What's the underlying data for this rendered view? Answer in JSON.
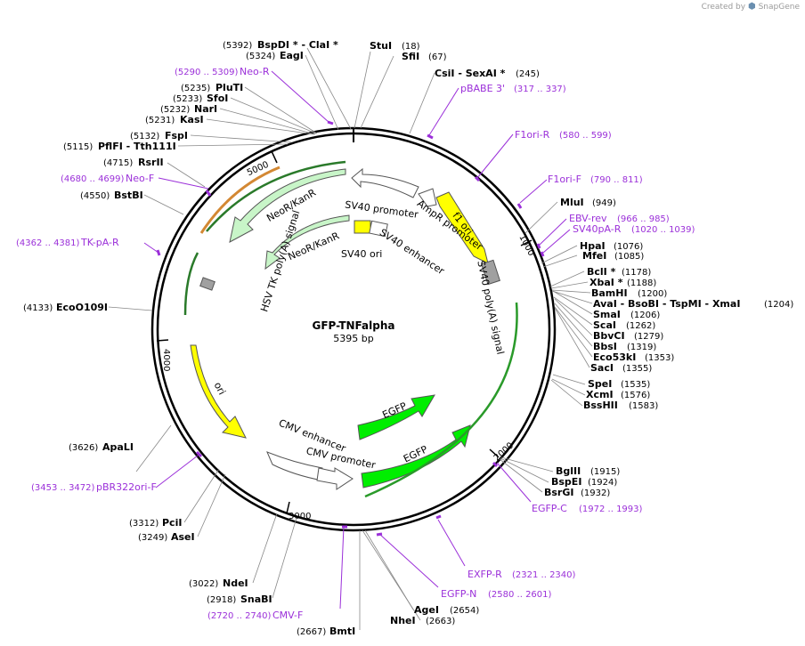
{
  "app": {
    "credit_prefix": "Created by",
    "credit_brand": "SnapGene"
  },
  "plasmid": {
    "name": "GFP-TNFalpha",
    "size_label": "5395 bp"
  },
  "ticks": [
    "1000",
    "2000",
    "3000",
    "4000",
    "5000"
  ],
  "sites": [
    {
      "pos": "(5392)",
      "name": "BspDI *  -  ClaI *"
    },
    {
      "pos": "(5324)",
      "name": "EagI"
    },
    {
      "pos": "(5235)",
      "name": "PluTI"
    },
    {
      "pos": "(5233)",
      "name": "SfoI"
    },
    {
      "pos": "(5232)",
      "name": "NarI"
    },
    {
      "pos": "(5231)",
      "name": "KasI"
    },
    {
      "pos": "(5132)",
      "name": "FspI"
    },
    {
      "pos": "(5115)",
      "name": "PflFI  -  Tth111I"
    },
    {
      "pos": "(4715)",
      "name": "RsrII"
    },
    {
      "pos": "(4550)",
      "name": "BstBI"
    },
    {
      "pos": "(4133)",
      "name": "EcoO109I"
    },
    {
      "pos": "(3626)",
      "name": "ApaLI"
    },
    {
      "pos": "(3312)",
      "name": "PciI"
    },
    {
      "pos": "(3249)",
      "name": "AseI"
    },
    {
      "pos": "(3022)",
      "name": "NdeI"
    },
    {
      "pos": "(2918)",
      "name": "SnaBI"
    },
    {
      "pos": "(2667)",
      "name": "BmtI"
    },
    {
      "pos": "(18)",
      "name": "StuI"
    },
    {
      "pos": "(67)",
      "name": "SfiI"
    },
    {
      "pos": "(245)",
      "name": "CsiI  -  SexAI *"
    },
    {
      "pos": "(949)",
      "name": "MluI"
    },
    {
      "pos": "(1076)",
      "name": "HpaI"
    },
    {
      "pos": "(1085)",
      "name": "MfeI"
    },
    {
      "pos": "(1178)",
      "name": "BclI *"
    },
    {
      "pos": "(1188)",
      "name": "XbaI *"
    },
    {
      "pos": "(1200)",
      "name": "BamHI"
    },
    {
      "pos": "(1204)",
      "name": "AvaI  -  BsoBI  -  TspMI  -  XmaI"
    },
    {
      "pos": "(1206)",
      "name": "SmaI"
    },
    {
      "pos": "(1262)",
      "name": "ScaI"
    },
    {
      "pos": "(1279)",
      "name": "BbvCI"
    },
    {
      "pos": "(1319)",
      "name": "BbsI"
    },
    {
      "pos": "(1353)",
      "name": "Eco53kI"
    },
    {
      "pos": "(1355)",
      "name": "SacI"
    },
    {
      "pos": "(1535)",
      "name": "SpeI"
    },
    {
      "pos": "(1576)",
      "name": "XcmI"
    },
    {
      "pos": "(1583)",
      "name": "BssHII"
    },
    {
      "pos": "(1915)",
      "name": "BglII"
    },
    {
      "pos": "(1924)",
      "name": "BspEI"
    },
    {
      "pos": "(1932)",
      "name": "BsrGI"
    },
    {
      "pos": "(2654)",
      "name": "AgeI"
    },
    {
      "pos": "(2663)",
      "name": "NheI"
    }
  ],
  "primers": [
    {
      "range": "(5290 .. 5309)",
      "name": "Neo-R"
    },
    {
      "range": "(4680 .. 4699)",
      "name": "Neo-F"
    },
    {
      "range": "(4362 .. 4381)",
      "name": "TK-pA-R"
    },
    {
      "range": "(3453 .. 3472)",
      "name": "pBR322ori-F"
    },
    {
      "range": "(2720 .. 2740)",
      "name": "CMV-F"
    },
    {
      "range": "(317 .. 337)",
      "name": "pBABE 3'"
    },
    {
      "range": "(580 .. 599)",
      "name": "F1ori-R"
    },
    {
      "range": "(790 .. 811)",
      "name": "F1ori-F"
    },
    {
      "range": "(966 .. 985)",
      "name": "EBV-rev"
    },
    {
      "range": "(1020 .. 1039)",
      "name": "SV40pA-R"
    },
    {
      "range": "(1972 .. 1993)",
      "name": "EGFP-C"
    },
    {
      "range": "(2321 .. 2340)",
      "name": "EXFP-R"
    },
    {
      "range": "(2580 .. 2601)",
      "name": "EGFP-N"
    }
  ],
  "features": {
    "f1_ori": "f1 ori",
    "ampr_promoter": "AmpR promoter",
    "sv40_promoter": "SV40 promoter",
    "sv40_ori": "SV40 ori",
    "sv40_enhancer": "SV40 enhancer",
    "neor_outer": "NeoR/KanR",
    "neor_inner": "NeoR/KanR",
    "hsv_tk": "HSV TK poly(A) signal",
    "sv40_polya": "SV40 poly(A) signal",
    "ori": "ori",
    "cmv_enhancer": "CMV enhancer",
    "cmv_promoter": "CMV promoter",
    "egfp_inner": "EGFP",
    "egfp_outer": "EGFP"
  },
  "colors": {
    "primer": "#9b30d9",
    "ori": "#ffff00",
    "neo": "#c8f5c8",
    "egfp": "#00ee00",
    "promoter": "#ffffff",
    "polya": "#a0a0a0"
  }
}
